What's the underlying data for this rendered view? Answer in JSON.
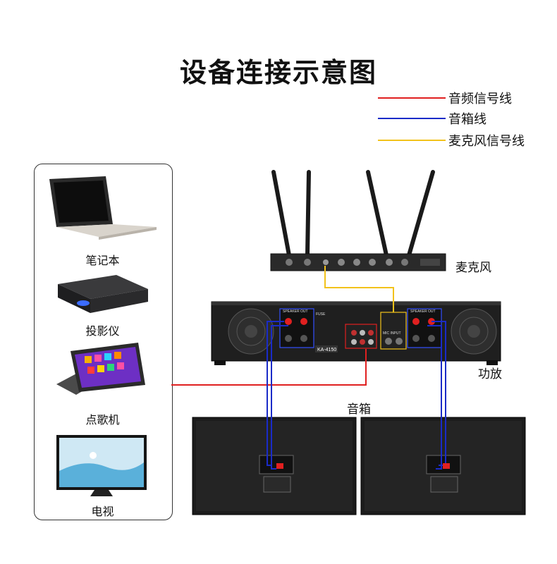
{
  "title": "设备连接示意图",
  "legend": [
    {
      "label": "音频信号线",
      "color": "#e02020"
    },
    {
      "label": "音箱线",
      "color": "#1a2bc8"
    },
    {
      "label": "麦克风信号线",
      "color": "#f2c21b"
    }
  ],
  "sources": [
    {
      "label": "笔记本",
      "icon": "laptop-icon"
    },
    {
      "label": "投影仪",
      "icon": "projector-icon"
    },
    {
      "label": "点歌机",
      "icon": "karaoke-machine-icon"
    },
    {
      "label": "电视",
      "icon": "tv-icon"
    }
  ],
  "devices": {
    "microphone": "麦克风",
    "amplifier": "功放",
    "speakers": "音箱",
    "amp_model": "KA-4150",
    "amp_fuse": "FUSE",
    "amp_speaker_out": "SPEAKER OUT",
    "amp_mic_input": "MIC INPUT"
  }
}
